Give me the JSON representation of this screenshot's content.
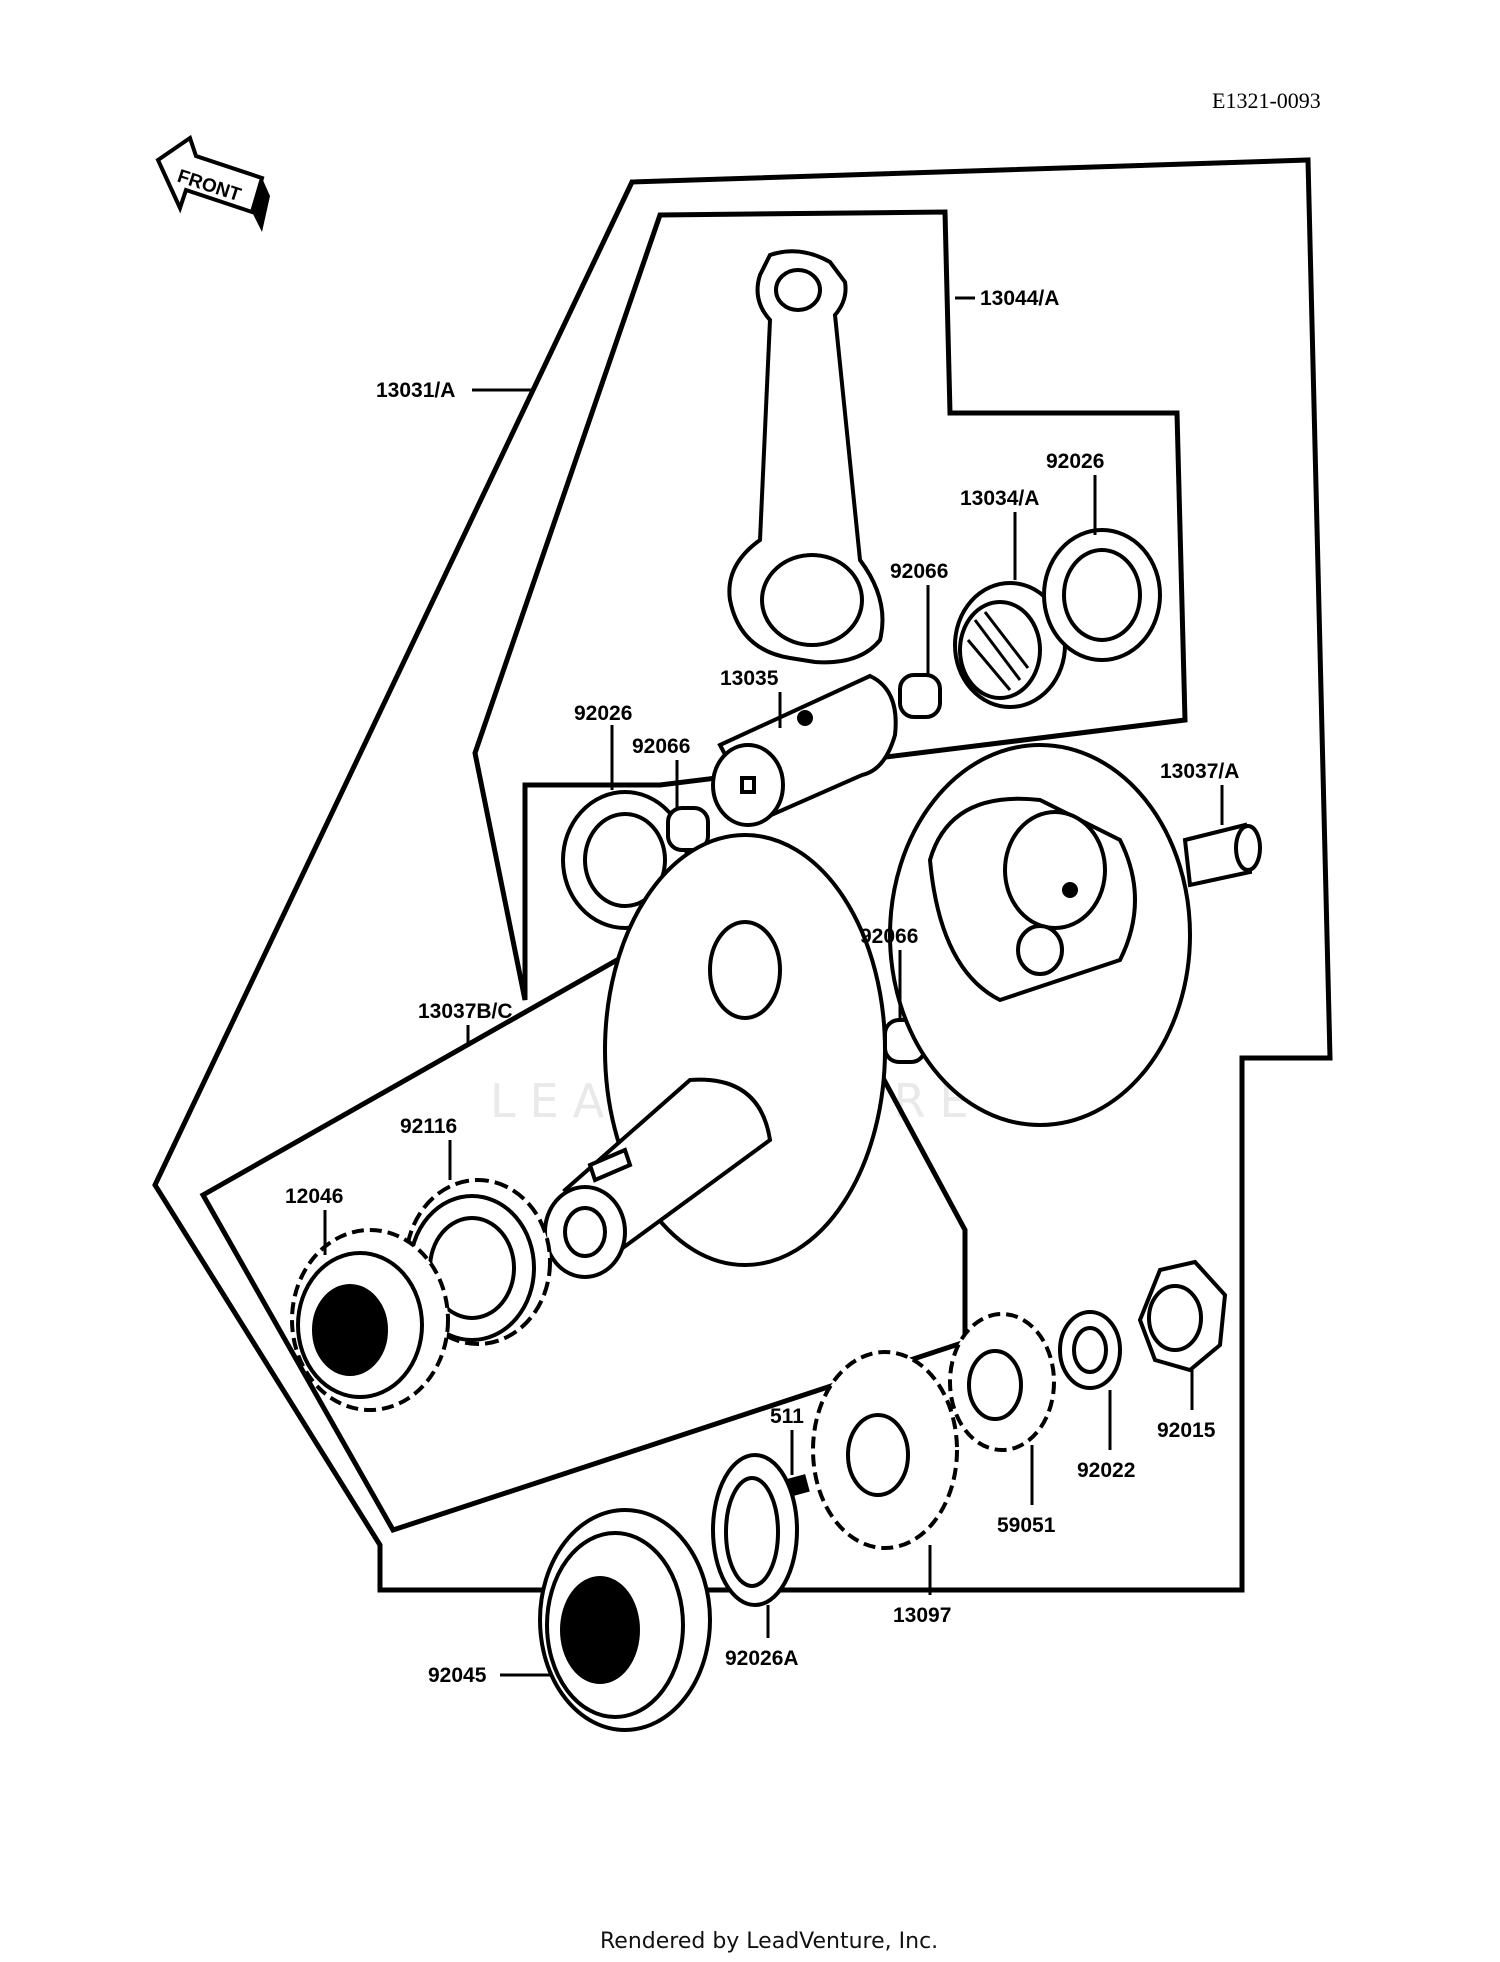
{
  "diagram_code": "E1321-0093",
  "front_arrow_text": "FRONT",
  "watermark": "LEADVENTURE",
  "footer": "Rendered by LeadVenture, Inc.",
  "callouts": {
    "c13031A": "13031/A",
    "c13044A": "13044/A",
    "c92026a": "92026",
    "c13034A": "13034/A",
    "c92066a": "92066",
    "c13035": "13035",
    "c92026b": "92026",
    "c92066b": "92066",
    "c13037A": "13037/A",
    "c92066c": "92066",
    "c13037BC": "13037B/C",
    "c92116": "92116",
    "c12046": "12046",
    "c511": "511",
    "c92015": "92015",
    "c92022": "92022",
    "c59051": "59051",
    "c13097": "13097",
    "c92026A": "92026A",
    "c92045": "92045"
  }
}
